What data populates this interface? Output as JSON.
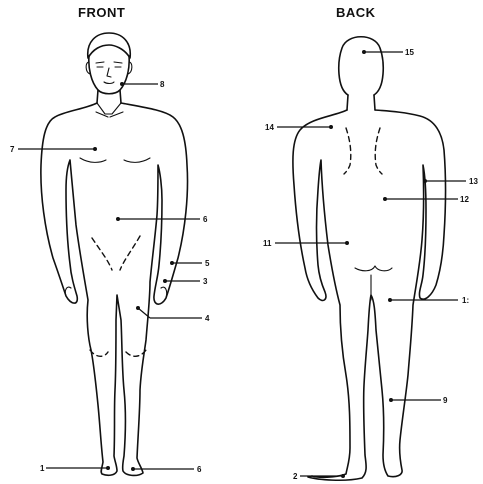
{
  "titles": {
    "front": "FRONT",
    "back": "BACK"
  },
  "front_markers": [
    {
      "id": "8",
      "label": "8"
    },
    {
      "id": "7",
      "label": "7"
    },
    {
      "id": "6",
      "label": "6"
    },
    {
      "id": "5",
      "label": "5"
    },
    {
      "id": "3",
      "label": "3"
    },
    {
      "id": "4",
      "label": "4"
    },
    {
      "id": "1",
      "label": "1"
    },
    {
      "id": "6b",
      "label": "6"
    }
  ],
  "back_markers": [
    {
      "id": "15",
      "label": "15"
    },
    {
      "id": "14",
      "label": "14"
    },
    {
      "id": "13",
      "label": "13"
    },
    {
      "id": "12",
      "label": "12"
    },
    {
      "id": "11",
      "label": "11"
    },
    {
      "id": "10",
      "label": "1:"
    },
    {
      "id": "9",
      "label": "9"
    },
    {
      "id": "2",
      "label": "2"
    }
  ]
}
